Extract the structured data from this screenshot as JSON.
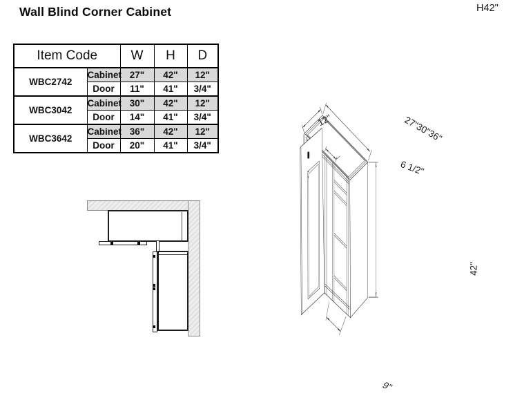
{
  "title": "Wall Blind Corner Cabinet",
  "corner_note": "H42\"",
  "spec_table": {
    "headers": {
      "item_code": "Item Code",
      "w": "W",
      "h": "H",
      "d": "D"
    },
    "row_types": {
      "cabinet": "Cabinet",
      "door": "Door"
    },
    "groups": [
      {
        "code": "WBC2742",
        "cabinet": {
          "w": "27\"",
          "h": "42\"",
          "d": "12\""
        },
        "door": {
          "w": "11\"",
          "h": "41\"",
          "d": "3/4\""
        }
      },
      {
        "code": "WBC3042",
        "cabinet": {
          "w": "30\"",
          "h": "42\"",
          "d": "12\""
        },
        "door": {
          "w": "14\"",
          "h": "41\"",
          "d": "3/4\""
        }
      },
      {
        "code": "WBC3642",
        "cabinet": {
          "w": "36\"",
          "h": "42\"",
          "d": "12\""
        },
        "door": {
          "w": "20\"",
          "h": "41\"",
          "d": "3/4\""
        }
      }
    ]
  },
  "iso_view": {
    "dim_depth": "12\"",
    "dim_width": "27\"30\"36\"",
    "dim_blind": "6 1/2\"",
    "dim_height": "42\"",
    "dim_door": "9\""
  },
  "colors": {
    "row_shade": "#d9d9d9",
    "wall_fill": "#ededed",
    "line": "#2e2e2e"
  }
}
